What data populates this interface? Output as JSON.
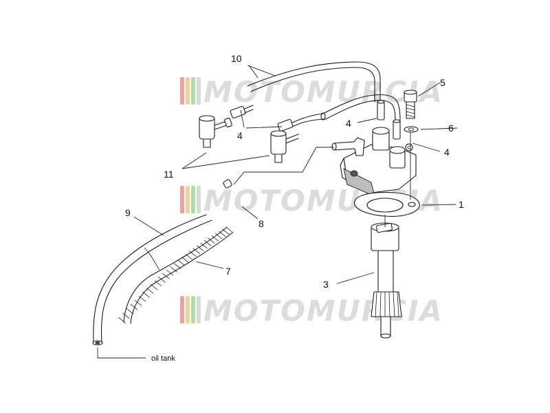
{
  "diagram": {
    "callouts": [
      "1",
      "3",
      "4",
      "4",
      "4",
      "5",
      "6",
      "7",
      "8",
      "9",
      "10",
      "11"
    ],
    "note": "oil tank"
  },
  "watermark": {
    "text": "MOTOMURCIA",
    "stripe_colors": [
      "#e88a8a",
      "#e8c97a",
      "#9fd18f",
      "#d0d0d0"
    ]
  }
}
